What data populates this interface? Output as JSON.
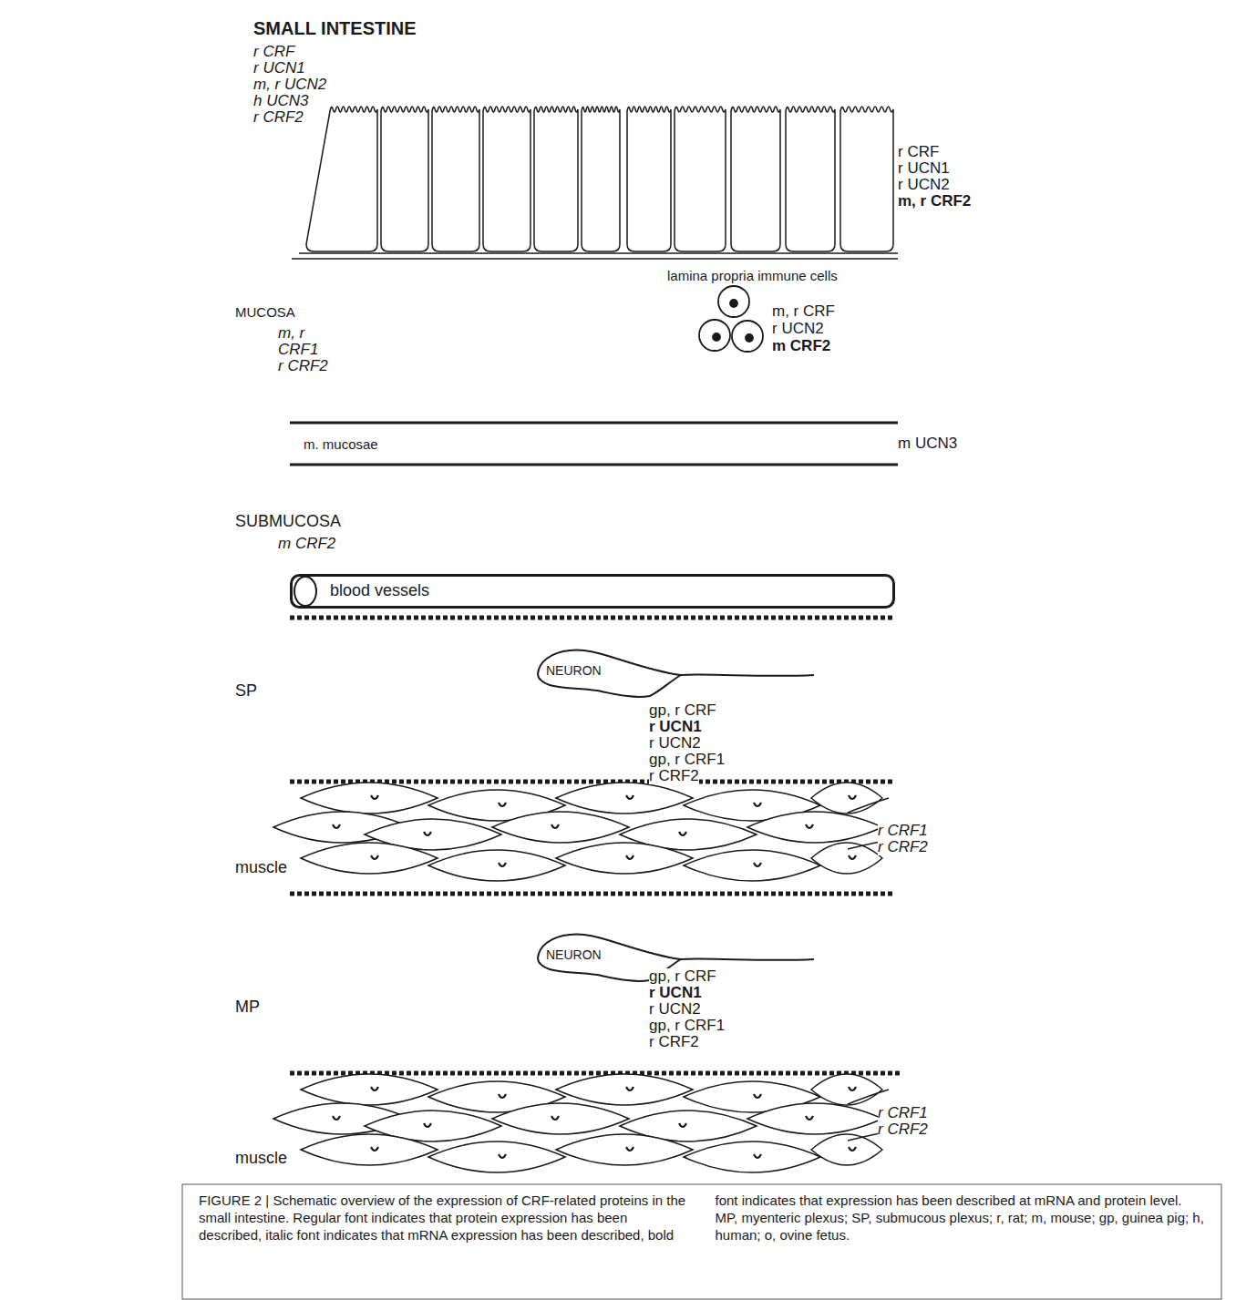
{
  "diagram": {
    "title": "SMALL INTESTINE",
    "caption": "FIGURE 2 | Schematic overview of the expression of CRF-related proteins in the small intestine. Regular font indicates that protein expression has been described, italic font indicates that mRNA expression has been described, bold font indicates that expression has been described at mRNA and protein level. MP, myenteric plexus; SP, submucous plexus; r, rat; m, mouse; gp, guinea pig; h, human; o, ovine fetus.",
    "nodes": [
      {
        "text": [
          "blood vessels"
        ]
      },
      {
        "text": [
          "NEURON"
        ]
      },
      {
        "text": [
          "NEURON"
        ]
      }
    ],
    "labels": [
      "r CRF",
      "r UCN1",
      "m, r UCN2",
      "h UCN3",
      "r CRF2",
      "r CRF",
      "r UCN1",
      "r UCN2",
      "m, r CRF2",
      "lamina propria immune cells",
      "MUCOSA",
      "m, r",
      "CRF1",
      "r CRF2",
      "m, r CRF",
      "r UCN2",
      "m CRF2",
      "m. mucosae",
      "m UCN3",
      "SUBMUCOSA",
      "m CRF2",
      "SP",
      "gp, r CRF",
      "r UCN1",
      "r UCN2",
      "gp, r CRF1",
      "r CRF2",
      "r CRF1",
      "r CRF2",
      "muscle",
      "MP",
      "gp, r CRF",
      "r UCN1",
      "r UCN2",
      "gp, r CRF1",
      "r CRF2",
      "r CRF1",
      "r CRF2",
      "muscle"
    ]
  }
}
